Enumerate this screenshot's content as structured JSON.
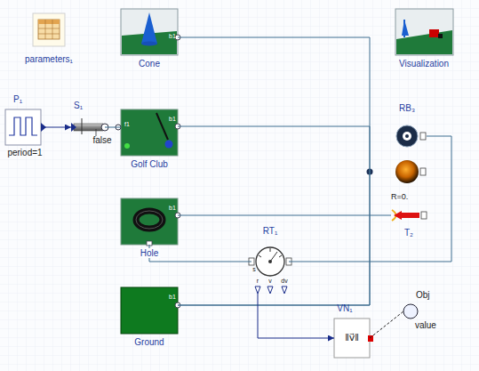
{
  "diagram": {
    "nodes": [
      {
        "text": [
          "parameters₁"
        ]
      },
      {
        "text": [
          "Cone",
          "b1"
        ]
      },
      {
        "text": [
          "Visualization"
        ]
      },
      {
        "text": [
          "P₁",
          "period=1"
        ]
      },
      {
        "text": [
          "S₁",
          "false"
        ]
      },
      {
        "text": [
          "Golf Club",
          "f1",
          "b1"
        ]
      },
      {
        "text": [
          "RB₃"
        ]
      },
      {
        "text": [
          "T₂",
          "R=0."
        ]
      },
      {
        "text": [
          "Hole",
          "b1"
        ]
      },
      {
        "text": [
          "RT₁",
          "s",
          "r",
          "v",
          "dv"
        ]
      },
      {
        "text": [
          "Ground",
          "b1"
        ]
      },
      {
        "text": [
          "VN₁",
          "‖v⃗‖"
        ]
      },
      {
        "text": [
          "Obj",
          "value"
        ]
      }
    ],
    "edges": [
      {
        "from": 3,
        "to": 4,
        "arrow": "to"
      },
      {
        "from": 4,
        "to": 5,
        "arrow": "none"
      },
      {
        "from": 1,
        "to": 10,
        "arrow": "none"
      },
      {
        "from": 5,
        "to": 10,
        "arrow": "none"
      },
      {
        "from": 8,
        "to": 7,
        "arrow": "none"
      },
      {
        "from": 8,
        "to": 9,
        "arrow": "none"
      },
      {
        "from": 6,
        "to": 9,
        "arrow": "none"
      },
      {
        "from": 9,
        "to": 11,
        "arrow": "to"
      },
      {
        "from": 11,
        "to": 12,
        "arrow": "none"
      }
    ]
  }
}
